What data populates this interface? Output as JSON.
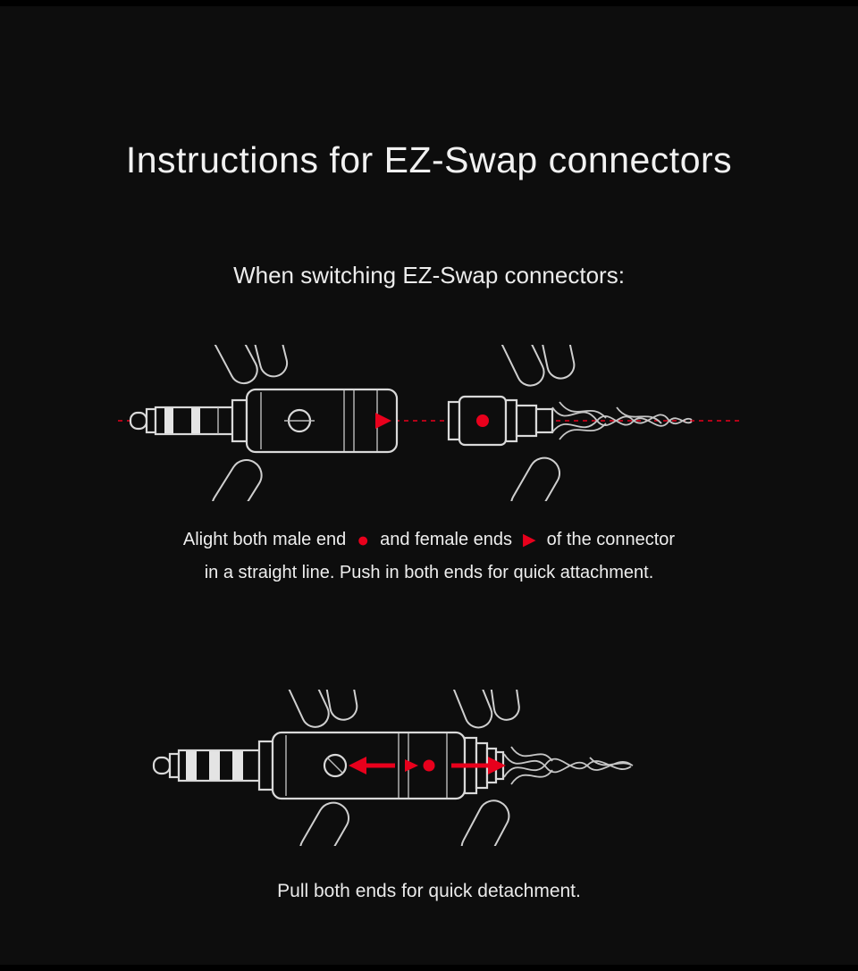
{
  "page": {
    "title": "Instructions for EZ-Swap connectors",
    "subtitle": "When switching EZ-Swap connectors:",
    "attach": {
      "line1_pre": "Alight both male end",
      "line1_mid": "and female ends",
      "line1_post": "of the connector",
      "line2": "in a straight line. Push in both ends for quick attachment."
    },
    "detach": {
      "caption": "Pull both ends for quick detachment."
    }
  },
  "icons": {
    "male_end_dot": "●",
    "female_end_triangle": "▶"
  },
  "colors": {
    "accent_red": "#e8001c",
    "background": "#0d0d0d",
    "text_primary": "#efefef",
    "line_art": "#d9d9d9"
  }
}
